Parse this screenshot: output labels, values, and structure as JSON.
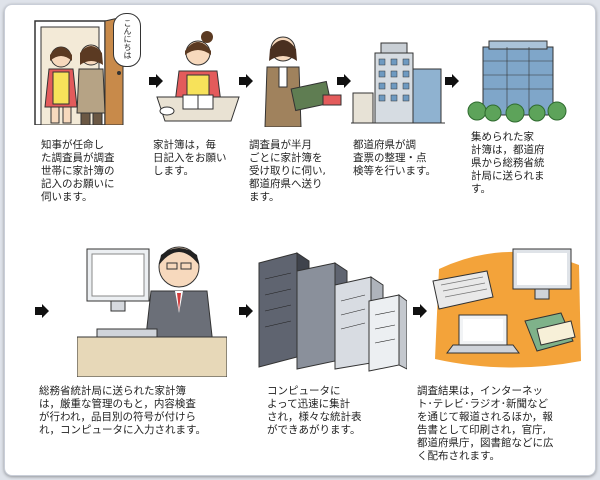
{
  "steps": [
    {
      "id": "step1",
      "bubble": "こんにちは",
      "caption": "知事が任命し\nた調査員が調査\n世帯に家計簿の\n記入のお願いに\n伺います。"
    },
    {
      "id": "step2",
      "caption": "家計簿は，毎\n日記入をお願い\nします。"
    },
    {
      "id": "step3",
      "caption": "調査員が半月\nごとに家計簿を\n受け取りに伺い,\n都道府県へ送り\nます。"
    },
    {
      "id": "step4",
      "caption": "都道府県が調\n査票の整理・点\n検等を行います。"
    },
    {
      "id": "step5",
      "caption": "集められた家\n計簿は，都道府\n県から総務省統\n計局に送られま\nす。"
    },
    {
      "id": "step6",
      "caption": "総務省統計局に送られた家計簿\nは，厳重な管理のもと，内容検査\nが行われ，品目別の符号が付けら\nれ，コンピュータに入力されます。"
    },
    {
      "id": "step7",
      "caption": "コンピュータに\nよって迅速に集計\nされ，様々な統計表\nができあがります。"
    },
    {
      "id": "step8",
      "caption": "調査結果は，インターネッ\nト･テレビ･ラジオ･新聞など\nを通じて報道されるほか，報\n告書として印刷され，官庁,\n都道府県庁，図書館などに広\nく配布されます。"
    }
  ]
}
